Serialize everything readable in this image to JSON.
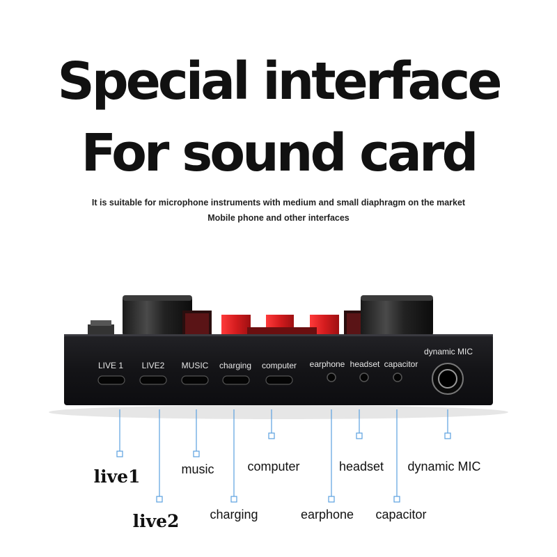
{
  "headline": {
    "line1": "Special interface",
    "line2": "For sound card"
  },
  "subtitle": {
    "line1": "It is suitable for microphone instruments with medium and small diaphragm on the market",
    "line2": "Mobile phone and other interfaces"
  },
  "panel_labels": {
    "live1": "LIVE 1",
    "live2": "LIVE2",
    "music": "MUSIC",
    "charging": "charging",
    "computer": "computer",
    "earphone": "earphone",
    "headset": "headset",
    "capacitor": "capacitor",
    "dynamic_mic": "dynamic MIC"
  },
  "callouts": {
    "live1": "live1",
    "live2": "live2",
    "music": "music",
    "charging": "charging",
    "computer": "computer",
    "earphone": "earphone",
    "headset": "headset",
    "capacitor": "capacitor",
    "dynamic_mic": "dynamic MIC"
  },
  "colors": {
    "device_body": "#151518",
    "knob_accent": "#d8282a",
    "leader_line": "#5aa0e0"
  }
}
